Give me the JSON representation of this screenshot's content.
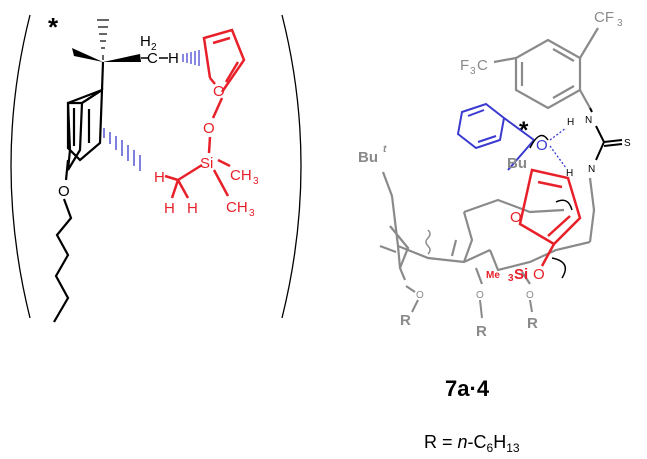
{
  "left_structure": {
    "asterisk": "*",
    "ch2_main": "H",
    "ch2_sub": "2",
    "c_label": "C",
    "h_label": "H",
    "o_furan": "O",
    "o_ether": "O",
    "o_phenol": "O",
    "si_label": "Si",
    "ch3_top_main": "CH",
    "ch3_top_sub": "3",
    "ch3_bottom_main": "CH",
    "ch3_bottom_sub": "3",
    "h_methyl_1": "H",
    "h_methyl_2": "H",
    "h_methyl_3": "H",
    "colors": {
      "black": "#000000",
      "red": "#e8202a",
      "blue": "#3a3ad0"
    }
  },
  "right_structure": {
    "cf3_top": "CF",
    "cf3_top_sub": "3",
    "f3c_left": "F",
    "f3c_left_sub": "3",
    "f3c_left_c": "C",
    "nh_top_h": "H",
    "nh_top_n": "N",
    "nh_bottom_h": "H",
    "nh_bottom_n": "N",
    "thio_s": "S",
    "asterisk": "*",
    "o_carbonyl": "O",
    "o_furan": "O",
    "o_silyl": "O",
    "bu_left": "Bu",
    "bu_left_sup": "t",
    "bu_center": "Bu",
    "silyl_me": "Me",
    "silyl_sub": "3",
    "silyl_si": "Si",
    "r1": "R",
    "r2": "R",
    "r3": "R",
    "o1": "O",
    "o2": "O",
    "o3": "O",
    "colors": {
      "gray": "#8a8a8a",
      "red": "#e8202a",
      "blue": "#3a3ad0",
      "black": "#000000"
    }
  },
  "compound_label": {
    "part1": "7a",
    "dot": "·",
    "part2": "4"
  },
  "r_definition": {
    "text": "R = ",
    "italic": "n",
    "rest": "-C",
    "sub_6": "6",
    "h": "H",
    "sub_13": "13"
  }
}
